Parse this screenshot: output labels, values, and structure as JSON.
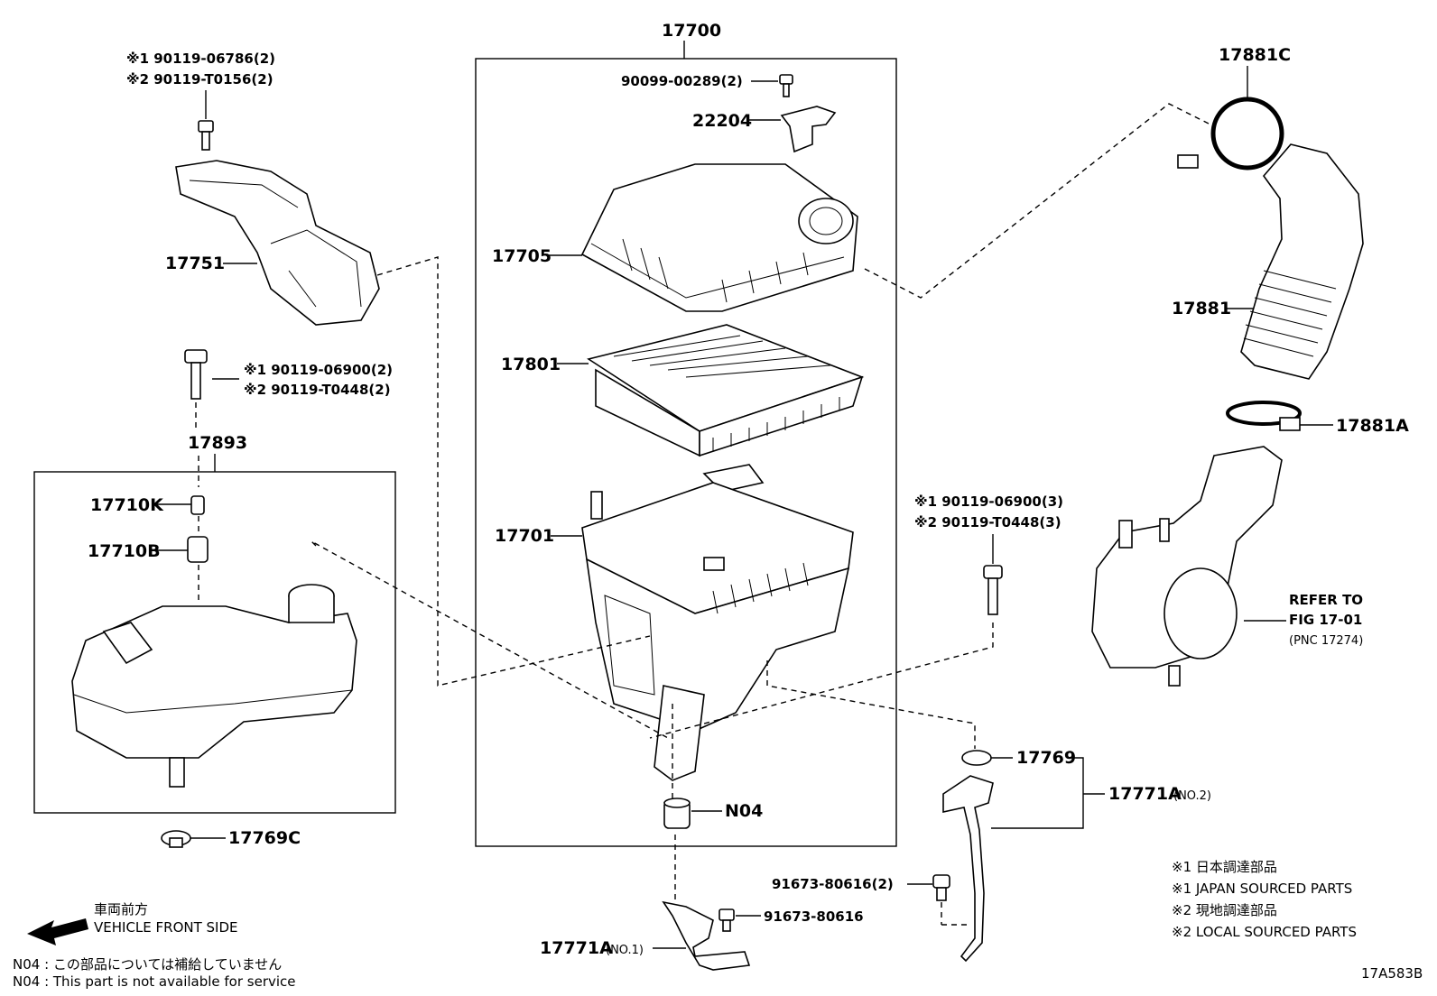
{
  "callouts": {
    "assy": "17700",
    "bolt_top": "90099-00289(2)",
    "sensor": "22204",
    "cap": "17705",
    "element": "17801",
    "case": "17701",
    "inlet": "17751",
    "inlet_bolt_1": "※1 90119-06786(2)",
    "inlet_bolt_2": "※2 90119-T0156(2)",
    "res_bolt_1": "※1 90119-06900(2)",
    "res_bolt_2": "※2 90119-T0448(2)",
    "resonator": "17893",
    "k": "17710K",
    "b": "17710B",
    "grommet_c": "17769C",
    "case_bolt_1": "※1 90119-06900(3)",
    "case_bolt_2": "※2 90119-T0448(3)",
    "clamp_c": "17881C",
    "hose": "17881",
    "clamp_a": "17881A",
    "refer_1": "REFER TO",
    "refer_2": "FIG 17-01",
    "refer_3": "(PNC 17274)",
    "grommet": "17769",
    "bracket2": "17771A",
    "bracket2_sub": "(NO.2)",
    "n04": "N04",
    "bolt_91673_2": "91673-80616(2)",
    "bolt_91673": "91673-80616",
    "bracket1": "17771A",
    "bracket1_sub": "(NO.1)"
  },
  "legend": {
    "front_jp": "車両前方",
    "front_en": "VEHICLE FRONT SIDE",
    "n04_jp": "N04 : この部品については補給していません",
    "n04_en": "N04 : This part is not available for service",
    "src1_jp": "※1 日本調達部品",
    "src1_en": "※1 JAPAN SOURCED PARTS",
    "src2_jp": "※2 現地調達部品",
    "src2_en": "※2 LOCAL SOURCED PARTS",
    "figure_id": "17A583B"
  }
}
